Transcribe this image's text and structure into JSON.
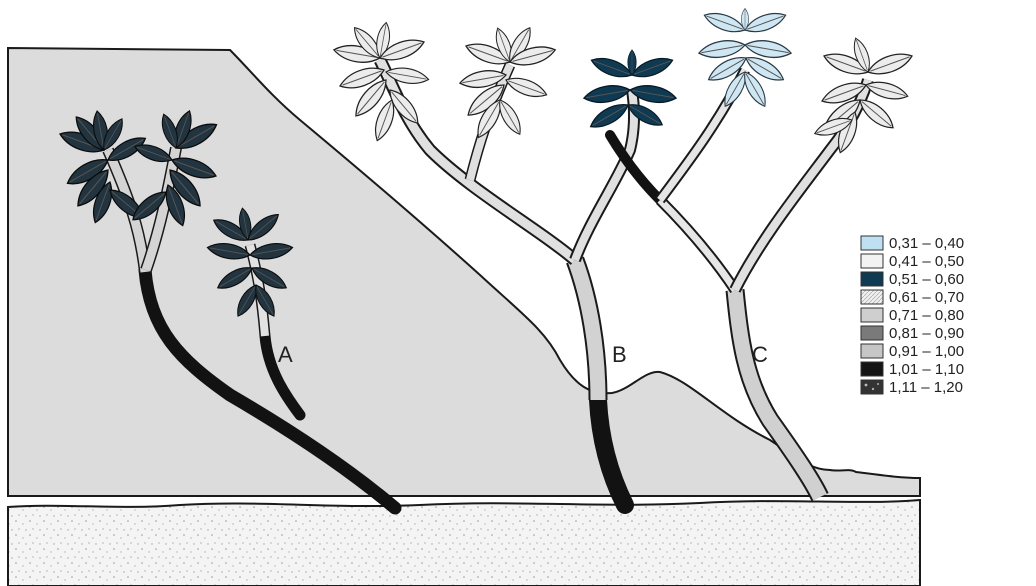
{
  "plants": [
    {
      "id": "A",
      "label": "A"
    },
    {
      "id": "B",
      "label": "B"
    },
    {
      "id": "C",
      "label": "C"
    }
  ],
  "legend": [
    {
      "label": "0,31 – 0,40",
      "fill": "#bfe0f2"
    },
    {
      "label": "0,41 – 0,50",
      "fill": "#f2f2f2"
    },
    {
      "label": "0,51 – 0,60",
      "fill": "#0f3a52"
    },
    {
      "label": "0,61 – 0,70",
      "fill": "#e6e6e6"
    },
    {
      "label": "0,71 – 0,80",
      "fill": "#cfcfcf"
    },
    {
      "label": "0,81 – 0,90",
      "fill": "#7a7a7a"
    },
    {
      "label": "0,91 – 1,00",
      "fill": "#c6c6c6"
    },
    {
      "label": "1,01 – 1,10",
      "fill": "#141414"
    },
    {
      "label": "1,11 – 1,20",
      "fill": "#333333"
    }
  ],
  "colors": {
    "slope": "#dcdcdc",
    "soil": "#f3f3f3",
    "leaf_dark": "#1f3340",
    "leaf_mid_blue": "#0f3a52",
    "leaf_light_blue": "#cfe6f3",
    "leaf_light": "#e9e9e9",
    "stem_black": "#121212",
    "stem_grey": "#cdcdcd",
    "stem_light": "#ececec"
  }
}
